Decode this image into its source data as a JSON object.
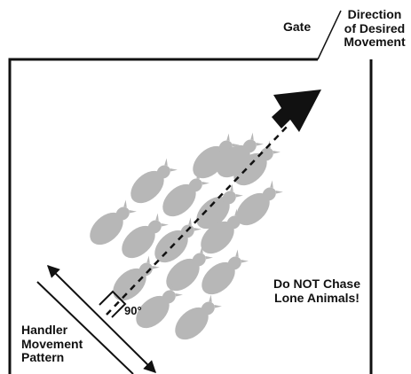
{
  "labels": {
    "gate": "Gate",
    "direction": [
      "Direction",
      "of Desired",
      "Movement"
    ],
    "warning": [
      "Do NOT Chase",
      "Lone Animals!"
    ],
    "handler": [
      "Handler",
      "Movement",
      "Pattern"
    ],
    "angle": "90°"
  },
  "colors": {
    "ink": "#111111",
    "animal": "#b7b7b7"
  },
  "herd_count": 16
}
